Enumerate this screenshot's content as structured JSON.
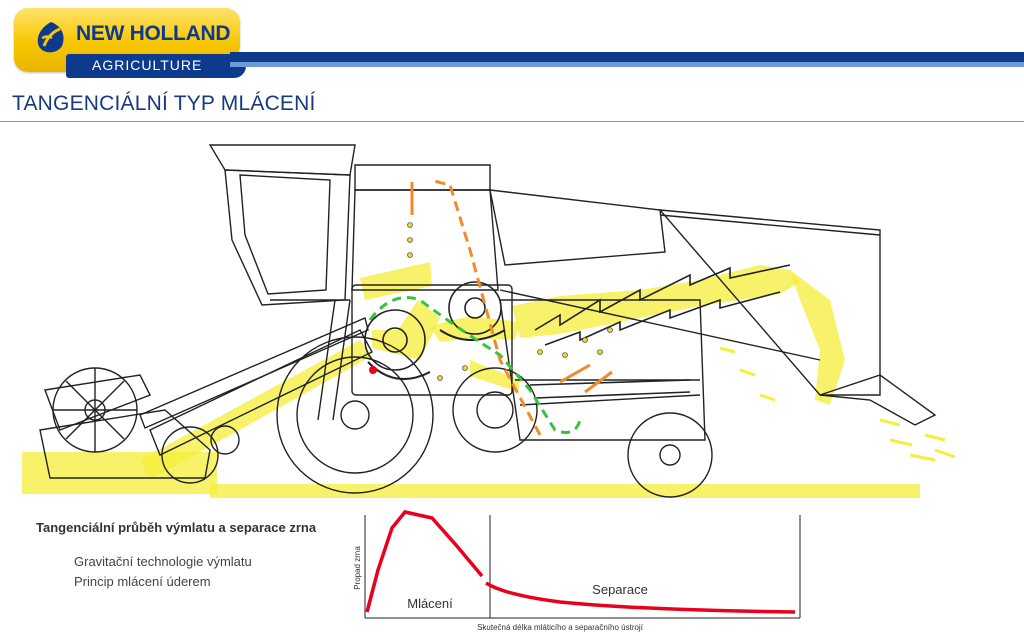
{
  "brand": {
    "name": "NEW HOLLAND",
    "sub": "AGRICULTURE",
    "colors": {
      "yellow": "#f7c600",
      "blue": "#0d3a8c"
    }
  },
  "page": {
    "title": "TANGENCIÁLNÍ TYP MLÁCENÍ"
  },
  "diagram": {
    "highlight_color": "#f5ee3a",
    "grain_path_color": "#39c23a",
    "return_path_color": "#f08a2a"
  },
  "caption": {
    "heading": "Tangenciální průběh výmlatu a separace zrna",
    "bullets": [
      "Gravitační technologie  výmlatu",
      "Princip mlácení úderem"
    ]
  },
  "graph": {
    "y_label": "Propad zrna",
    "x_label": "Skutečná délka mláticího a separačního ústrojí",
    "zone_threshing": "Mlácení",
    "zone_separation": "Separace",
    "line_color": "#e8001c"
  }
}
